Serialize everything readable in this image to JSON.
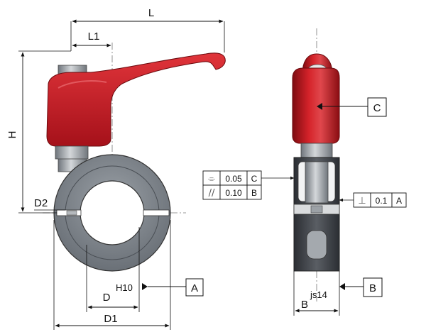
{
  "dimensions": {
    "L": "L",
    "L1": "L1",
    "H": "H",
    "D2": "D2",
    "D": "D",
    "H10": "H10",
    "D1": "D1",
    "B": "B",
    "js14": "js14"
  },
  "datums": {
    "A": "A",
    "B": "B",
    "C": "C"
  },
  "tolerance_frames": [
    {
      "symbol": "⌯",
      "value": "0.05",
      "datum": "C"
    },
    {
      "symbol": "//",
      "value": "0.10",
      "datum": "B"
    },
    {
      "symbol": "⊥",
      "value": "0.1",
      "datum": "A"
    }
  ],
  "colors": {
    "lever_red": "#c0141c",
    "metal_grey": "#7a8087",
    "collar_dark": "#3a3d42"
  }
}
